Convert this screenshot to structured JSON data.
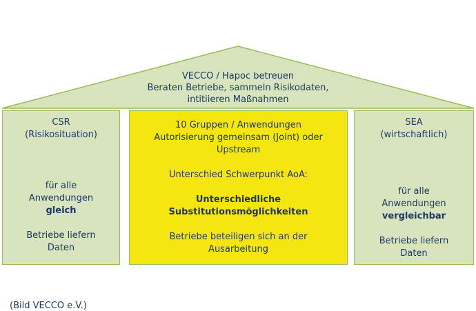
{
  "roof": {
    "line1": "VECCO / Hapoc betreuen",
    "line2": "Beraten Betriebe, sammeln Risikodaten,",
    "line3": "intitiieren Maßnahmen"
  },
  "left_pillar": {
    "title": "CSR",
    "subtitle": "(Risikosituation)",
    "text1": "für alle",
    "text2": "Anwendungen",
    "emphasis": "gleich",
    "text3": "Betriebe liefern",
    "text4": "Daten"
  },
  "center_pillar": {
    "line1": "10 Gruppen / Anwendungen",
    "line2": "Autorisierung gemeinsam (Joint) oder",
    "line3": "Upstream",
    "line4": "Unterschied Schwerpunkt AoA:",
    "emphasis1": "Unterschiedliche",
    "emphasis2": "Substitutionsmöglichkeiten",
    "line5": "Betriebe beteiligen sich an der",
    "line6": "Ausarbeitung"
  },
  "right_pillar": {
    "title": "SEA",
    "subtitle": "(wirtschaftlich)",
    "text1": "für alle",
    "text2": "Anwendungen",
    "emphasis": "vergleichbar",
    "text3": "Betriebe liefern",
    "text4": "Daten"
  },
  "caption": "(Bild VECCO e.V.)",
  "colors": {
    "green_fill": "#d7e4bd",
    "green_border": "#9bbb59",
    "yellow_fill": "#f5e510",
    "text": "#1f3864"
  }
}
